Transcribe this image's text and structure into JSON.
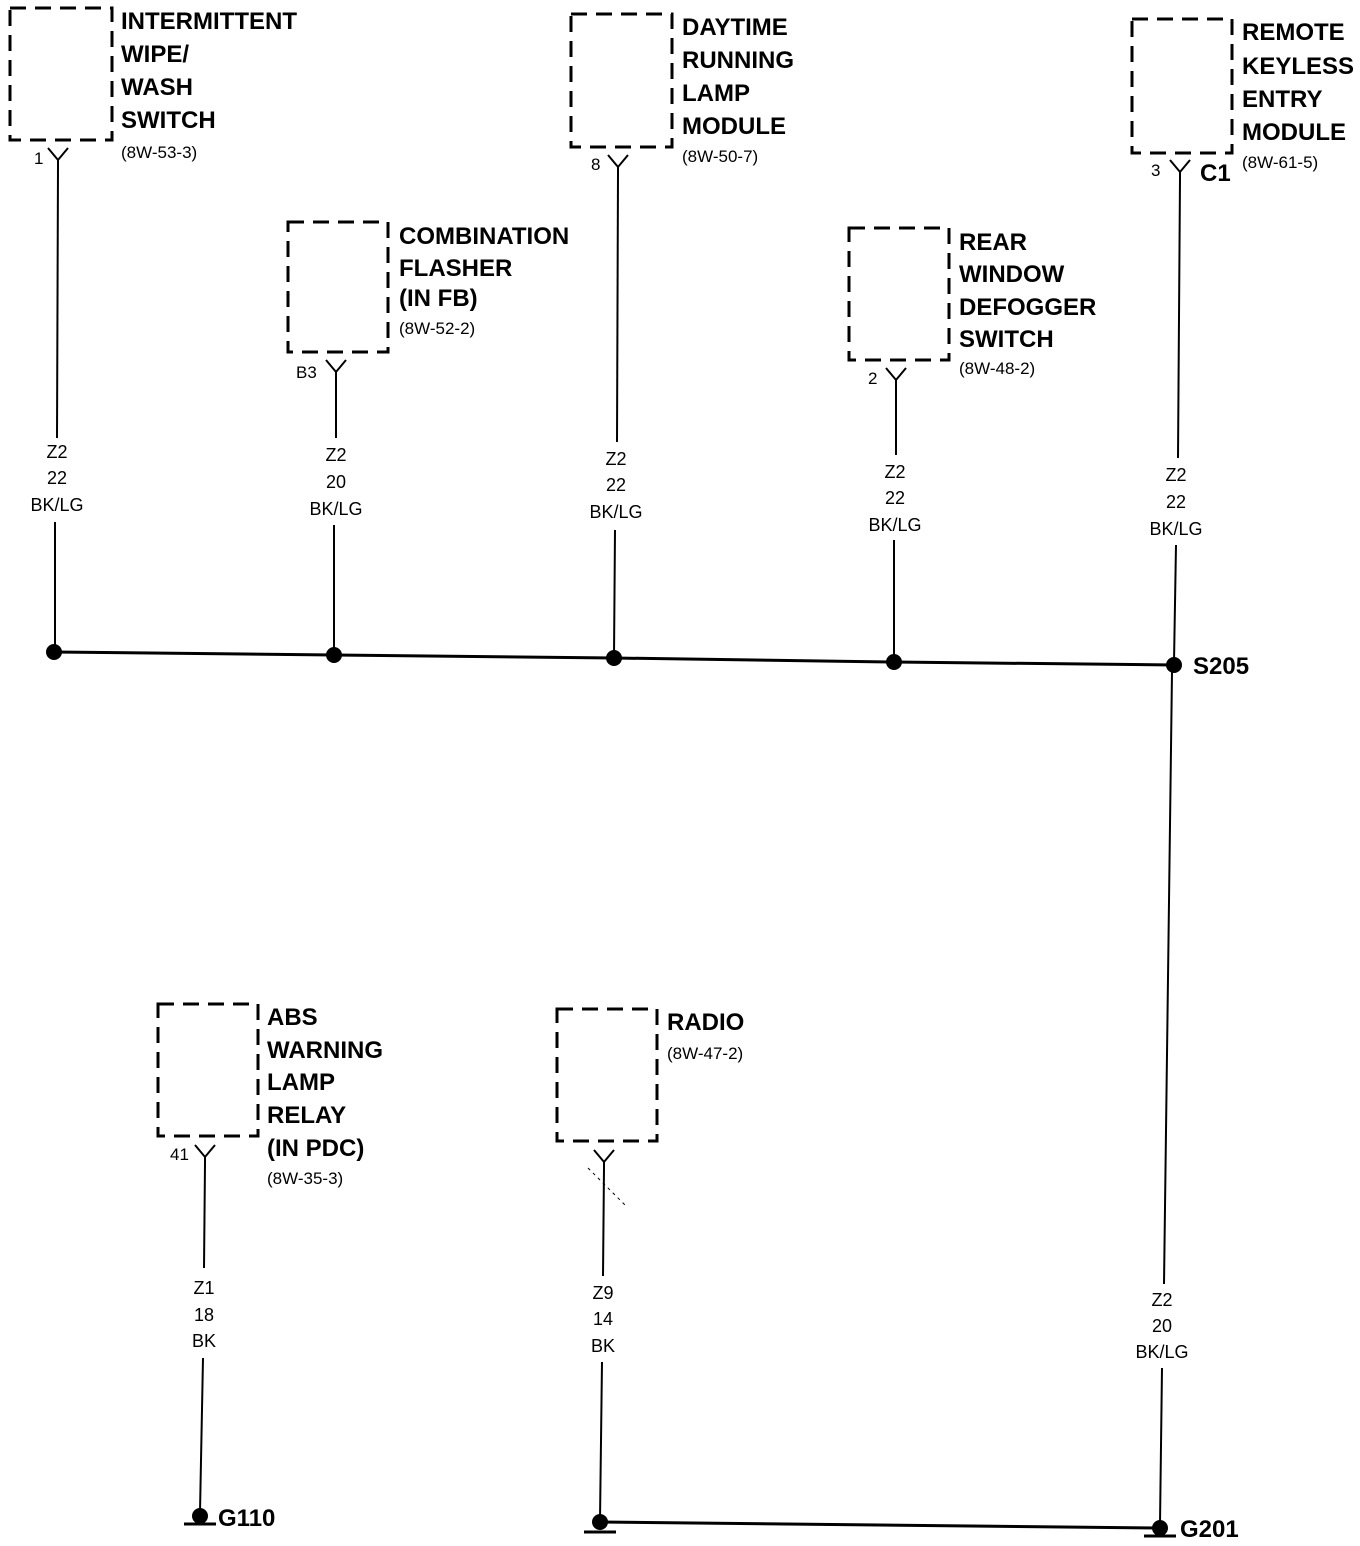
{
  "components": [
    {
      "lines": [
        "INTERMITTENT",
        "WIPE/",
        "WASH",
        "SWITCH"
      ],
      "ref": "(8W-53-3)",
      "pin": "1"
    },
    {
      "lines": [
        "COMBINATION",
        "FLASHER",
        "(IN FB)"
      ],
      "ref": "(8W-52-2)",
      "pin": "B3"
    },
    {
      "lines": [
        "DAYTIME",
        "RUNNING",
        "LAMP",
        "MODULE"
      ],
      "ref": "(8W-50-7)",
      "pin": "8"
    },
    {
      "lines": [
        "REAR",
        "WINDOW",
        "DEFOGGER",
        "SWITCH"
      ],
      "ref": "(8W-48-2)",
      "pin": "2"
    },
    {
      "lines": [
        "REMOTE",
        "KEYLESS",
        "ENTRY",
        "MODULE"
      ],
      "ref": "(8W-61-5)",
      "pin": "3",
      "connector": "C1"
    },
    {
      "lines": [
        "ABS",
        "WARNING",
        "LAMP",
        "RELAY",
        "(IN PDC)"
      ],
      "ref": "(8W-35-3)",
      "pin": "41"
    },
    {
      "lines": [
        "RADIO"
      ],
      "ref": "(8W-47-2)",
      "pin": ""
    }
  ],
  "wires": [
    {
      "circuit": "Z2",
      "gauge": "22",
      "color": "BK/LG"
    },
    {
      "circuit": "Z2",
      "gauge": "20",
      "color": "BK/LG"
    },
    {
      "circuit": "Z2",
      "gauge": "22",
      "color": "BK/LG"
    },
    {
      "circuit": "Z2",
      "gauge": "22",
      "color": "BK/LG"
    },
    {
      "circuit": "Z2",
      "gauge": "22",
      "color": "BK/LG"
    },
    {
      "circuit": "Z1",
      "gauge": "18",
      "color": "BK"
    },
    {
      "circuit": "Z9",
      "gauge": "14",
      "color": "BK"
    },
    {
      "circuit": "Z2",
      "gauge": "20",
      "color": "BK/LG"
    }
  ],
  "splice": "S205",
  "grounds": [
    "G110",
    "G201"
  ]
}
